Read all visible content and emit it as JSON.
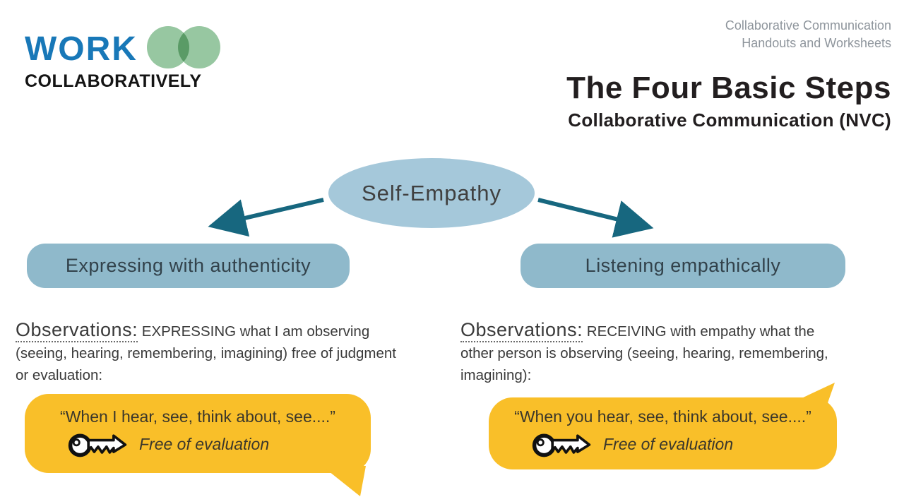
{
  "logo": {
    "line1": "WORK",
    "line2": "COLLABORATIVELY"
  },
  "header_right": {
    "line1": "Collaborative Communication",
    "line2": "Handouts and Worksheets"
  },
  "title": {
    "main": "The Four Basic Steps",
    "subtitle": "Collaborative Communication (NVC)"
  },
  "diagram": {
    "root_label": "Self-Empathy",
    "left_node": "Expressing with authenticity",
    "right_node": "Listening empathically"
  },
  "left_column": {
    "label": "Observations:",
    "description": "EXPRESSING what I am observing (seeing, hearing, remembering, imagining) free of judgment or evaluation:",
    "quote": "“When I hear, see, think about, see....”",
    "note": "Free of evaluation"
  },
  "right_column": {
    "label": "Observations:",
    "description": "RECEIVING with empathy what the other person is observing (seeing, hearing, remembering, imagining):",
    "quote": "“When you hear, see, think about, see....”",
    "note": "Free of evaluation"
  },
  "colors": {
    "logo_blue": "#1878b8",
    "logo_green": "#97c7a1",
    "header_gray": "#8e959c",
    "title_black": "#221e1f",
    "ellipse_blue": "#a5c8da",
    "box_blue": "#8fb9cb",
    "arrow_teal": "#17677f",
    "bubble_yellow": "#f9bf29",
    "body_text": "#3a3a3a"
  }
}
